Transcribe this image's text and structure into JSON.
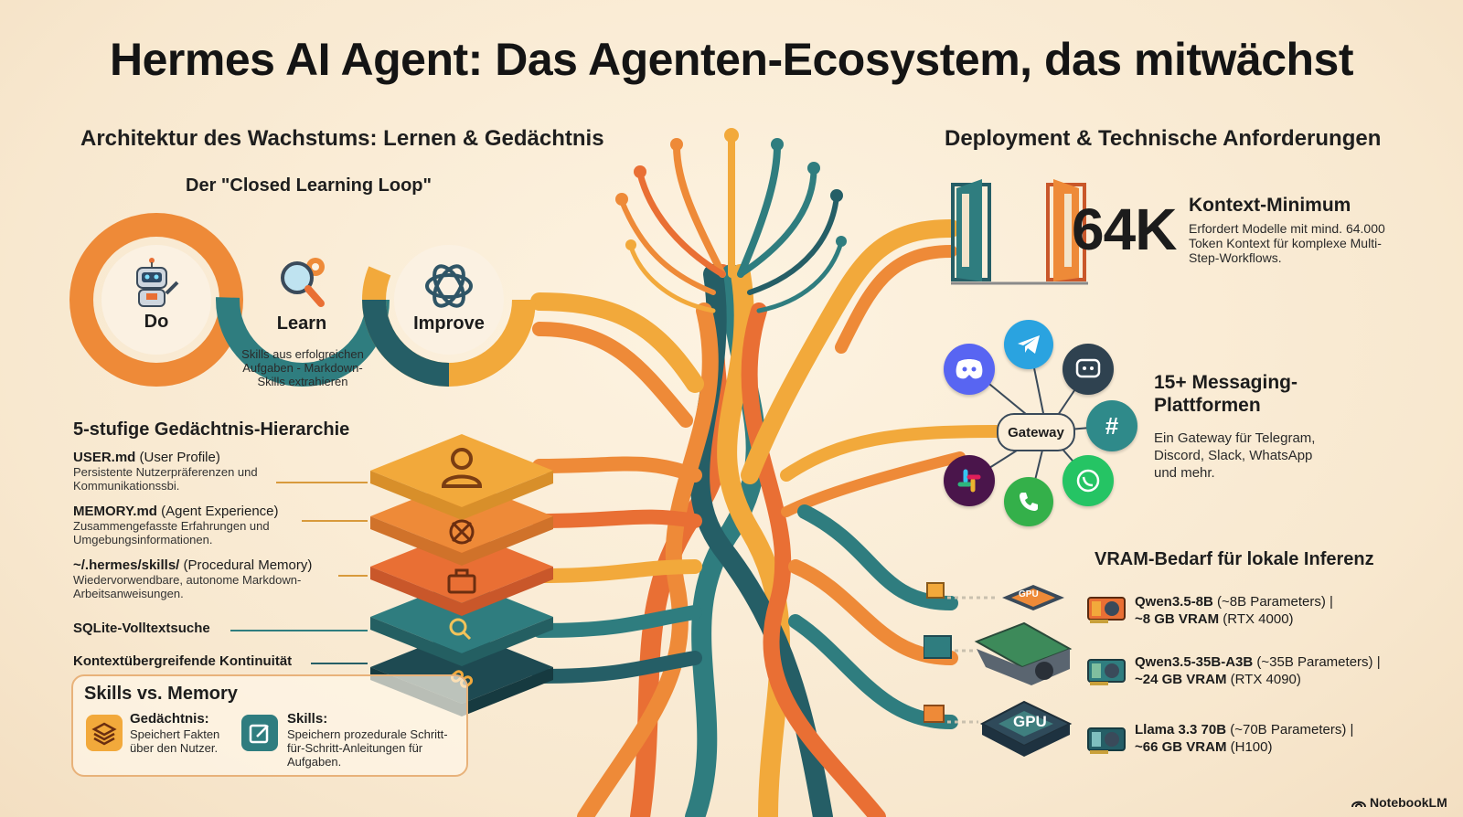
{
  "title": "Hermes AI Agent: Das Agenten-Ecosystem, das mitwächst",
  "left": {
    "heading": "Architektur des Wachstums: Lernen & Gedächtnis",
    "loop": {
      "title": "Der \"Closed Learning Loop\"",
      "steps": [
        {
          "label": "Do"
        },
        {
          "label": "Learn",
          "desc": "Skills aus erfolgreichen Aufgaben - Markdown-Skills extrahieren"
        },
        {
          "label": "Improve"
        }
      ]
    },
    "memory": {
      "title": "5-stufige Gedächtnis-Hierarchie",
      "levels": [
        {
          "name": "USER.md",
          "suffix": " (User Profile)",
          "desc": "Persistente Nutzerpräferenzen und Kommunikationssbi.",
          "color": "#f2a93b"
        },
        {
          "name": "MEMORY.md",
          "suffix": " (Agent Experience)",
          "desc": "Zusammengefasste Erfahrungen und Umgebungsinformationen.",
          "color": "#ee8a38"
        },
        {
          "name": "~/.hermes/skills/",
          "suffix": " (Procedural Memory)",
          "desc": "Wiedervorwendbare, autonome Markdown-Arbeitsanweisungen.",
          "color": "#e96f34"
        },
        {
          "name": "SQLite-Volltextsuche",
          "suffix": "",
          "desc": "",
          "color": "#2f7d7f"
        },
        {
          "name": "Kontextübergreifende Kontinuität",
          "suffix": "",
          "desc": "",
          "color": "#255e66"
        }
      ]
    },
    "skills_vs_memory": {
      "title": "Skills vs. Memory",
      "memory_label": "Gedächtnis:",
      "memory_desc": "Speichert Fakten über den Nutzer.",
      "skills_label": "Skills:",
      "skills_desc": "Speichern prozedurale Schritt-für-Schritt-Anleitungen für Aufgaben."
    }
  },
  "right": {
    "heading": "Deployment & Technische Anforderungen",
    "context": {
      "big": "64K",
      "title": "Kontext-Minimum",
      "desc": "Erfordert Modelle mit mind. 64.000 Token Kontext für komplexe Multi-Step-Workflows."
    },
    "messaging": {
      "gateway": "Gateway",
      "title": "15+ Messaging-Plattformen",
      "desc": "Ein Gateway für Telegram, Discord, Slack, WhatsApp und mehr.",
      "icons": [
        "discord-icon",
        "telegram-icon",
        "chat-bot-icon",
        "hash-icon",
        "whatsapp-icon",
        "phone-icon",
        "slack-icon"
      ]
    },
    "vram": {
      "title": "VRAM-Bedarf für lokale Inferenz",
      "gpu_chip_label": "GPU",
      "gpu_chip_small": "GPU",
      "models": [
        {
          "name": "Qwen3.5-8B",
          "params": " (~8B Parameters) |",
          "vram": "~8 GB VRAM",
          "card": " (RTX 4000)"
        },
        {
          "name": "Qwen3.5-35B-A3B",
          "params": " (~35B Parameters) |",
          "vram": "~24 GB VRAM",
          "card": " (RTX 4090)"
        },
        {
          "name": "Llama 3.3 70B",
          "params": " (~70B Parameters) |",
          "vram": "~66 GB VRAM",
          "card": " (H100)"
        }
      ]
    }
  },
  "brand": "NotebookLM",
  "colors": {
    "orange": "#ee8a38",
    "amber": "#f2a93b",
    "teal": "#2f7d7f",
    "darkteal": "#255e66",
    "deep_orange": "#e96f34"
  }
}
